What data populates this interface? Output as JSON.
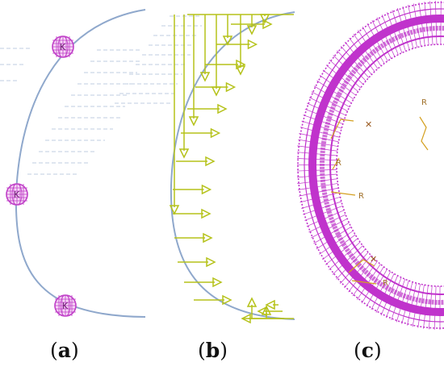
{
  "captions": {
    "a": "a",
    "b": "b",
    "c": "c"
  },
  "spring_label": "K",
  "coupling_label": "R",
  "colors": {
    "boundary": "#8fa8cc",
    "spring": "#c040c8",
    "arrow": "#b5c21a",
    "mesh": "#c033cc",
    "constraint": "#d4a020"
  }
}
